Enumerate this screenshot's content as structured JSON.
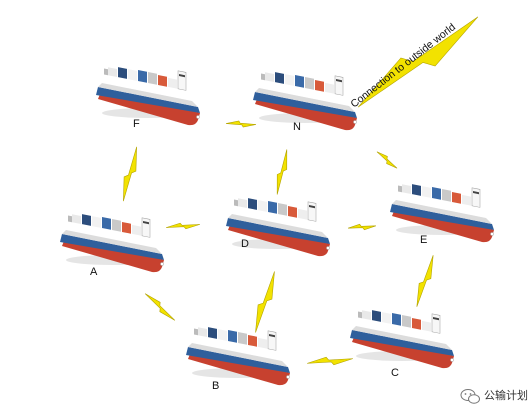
{
  "diagram": {
    "nodes": [
      {
        "id": "F",
        "label": "F"
      },
      {
        "id": "N",
        "label": "N"
      },
      {
        "id": "A",
        "label": "A"
      },
      {
        "id": "D",
        "label": "D"
      },
      {
        "id": "E",
        "label": "E"
      },
      {
        "id": "B",
        "label": "B"
      },
      {
        "id": "C",
        "label": "C"
      }
    ],
    "links": [
      {
        "from": "F",
        "to": "N"
      },
      {
        "from": "F",
        "to": "A"
      },
      {
        "from": "N",
        "to": "D"
      },
      {
        "from": "N",
        "to": "E"
      },
      {
        "from": "A",
        "to": "D"
      },
      {
        "from": "D",
        "to": "E"
      },
      {
        "from": "A",
        "to": "B"
      },
      {
        "from": "D",
        "to": "B"
      },
      {
        "from": "E",
        "to": "C"
      },
      {
        "from": "B",
        "to": "C"
      }
    ],
    "external_link_label": "Connection to outside world",
    "colors": {
      "lightning": "#f2e200",
      "lightning_stroke": "#b3a300",
      "hull_upper": "#2f5f9c",
      "hull_lower": "#c7412f",
      "deck": "#f4f4f4"
    }
  },
  "watermark": {
    "text": "公输计划",
    "icon": "wechat-icon"
  }
}
